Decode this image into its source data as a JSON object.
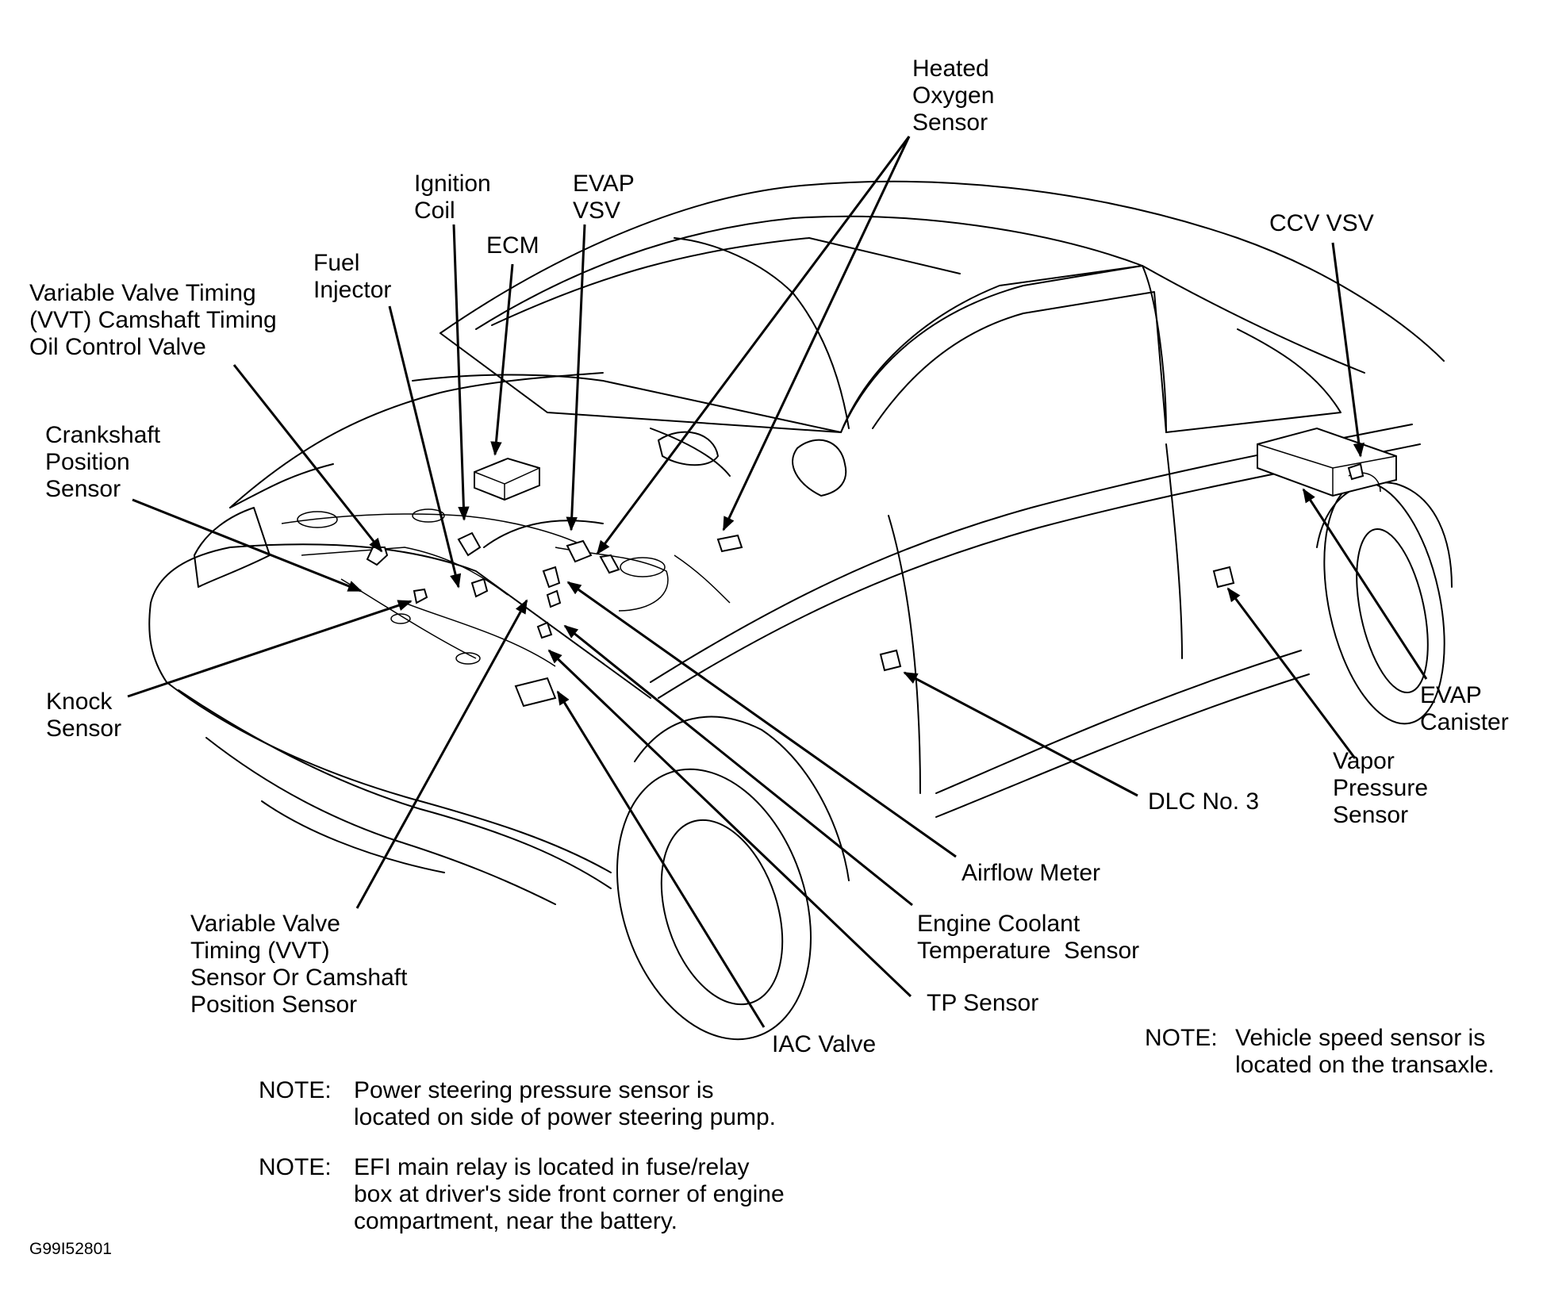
{
  "labels": {
    "heated_oxygen_sensor": "Heated\nOxygen\nSensor",
    "ignition_coil": "Ignition\nCoil",
    "evap_vsv": "EVAP\nVSV",
    "ecm": "ECM",
    "ccv_vsv": "CCV VSV",
    "fuel_injector": "Fuel\nInjector",
    "vvt_ocv": "Variable Valve Timing\n(VVT) Camshaft Timing\nOil Control Valve",
    "crankshaft_position_sensor": "Crankshaft\nPosition\nSensor",
    "knock_sensor": "Knock\nSensor",
    "evap_canister": "EVAP\nCanister",
    "vapor_pressure_sensor": "Vapor\nPressure\nSensor",
    "dlc3": "DLC No. 3",
    "airflow_meter": "Airflow Meter",
    "ect_sensor": "Engine Coolant\nTemperature  Sensor",
    "vvt_sensor": "Variable Valve\nTiming (VVT)\nSensor Or Camshaft\nPosition Sensor",
    "tp_sensor": "TP Sensor",
    "iac_valve": "IAC Valve"
  },
  "notes": {
    "vss": {
      "key": "NOTE:",
      "text": "Vehicle speed sensor is\nlocated on the transaxle."
    },
    "ps": {
      "key": "NOTE:",
      "text": "Power steering pressure sensor is\nlocated on side of power steering pump."
    },
    "efi": {
      "key": "NOTE:",
      "text": "EFI main relay is located in fuse/relay\nbox at driver's side front corner of engine\ncompartment, near the battery."
    }
  },
  "figure_code": "G99I52801"
}
